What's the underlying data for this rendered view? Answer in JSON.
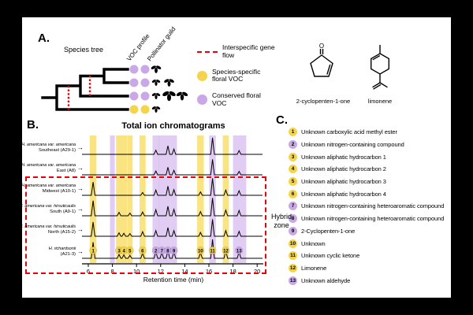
{
  "colors": {
    "specific": "#F5D44D",
    "conserved": "#C9A8E8",
    "band_specific": "#F7D94C",
    "band_conserved": "#C9A3EA",
    "gene_flow_red": "#E8000B",
    "trace": "#000000"
  },
  "icons": {
    "arrow": "→"
  },
  "panelA": {
    "label": "A.",
    "species_tree_label": "Species tree",
    "column_labels": [
      "VOC profile",
      "Pollinator guild"
    ],
    "tree_rows": [
      {
        "voc": [
          "conserved",
          "conserved"
        ],
        "pollinators": [
          "bee"
        ]
      },
      {
        "voc": [
          "conserved",
          "conserved"
        ],
        "pollinators": [
          "fly",
          "bee"
        ]
      },
      {
        "voc": [
          "conserved",
          "conserved"
        ],
        "pollinators": [
          "fly",
          "moth",
          "butterfly"
        ]
      },
      {
        "voc": [
          "specific",
          "specific"
        ],
        "pollinators": [
          "fly"
        ]
      }
    ],
    "legend": [
      {
        "swatch": "gene-flow-line",
        "label": "Interspecific gene flow"
      },
      {
        "swatch": "species-specific-circle",
        "label": "Species-specific floral VOC"
      },
      {
        "swatch": "conserved-circle",
        "label": "Conserved floral VOC"
      }
    ],
    "structures": [
      {
        "name": "2-cyclopenten-1-one",
        "atom_label": "O"
      },
      {
        "name": "limonene"
      }
    ]
  },
  "panelB": {
    "label": "B.",
    "hybrid_zone_label": "Hybrid zone"
  },
  "chart_data": {
    "type": "line",
    "title": "Total ion chromatograms",
    "xlabel": "Retention time (min)",
    "x_ticks": [
      6,
      8,
      10,
      12,
      14,
      16,
      18,
      20
    ],
    "xlim": [
      5.6,
      20.4
    ],
    "legend_position": "none",
    "grid": false,
    "bands": [
      {
        "t": 6.4,
        "w": 0.55,
        "type": "specific"
      },
      {
        "t": 8.0,
        "w": 0.4,
        "type": "conserved"
      },
      {
        "t": 8.75,
        "w": 0.9,
        "type": "specific"
      },
      {
        "t": 9.45,
        "w": 0.45,
        "type": "specific"
      },
      {
        "t": 10.5,
        "w": 0.5,
        "type": "specific"
      },
      {
        "t": 11.6,
        "w": 0.55,
        "type": "conserved"
      },
      {
        "t": 12.35,
        "w": 1.0,
        "type": "conserved"
      },
      {
        "t": 13.1,
        "w": 0.5,
        "type": "conserved"
      },
      {
        "t": 15.3,
        "w": 0.55,
        "type": "specific"
      },
      {
        "t": 16.3,
        "w": 0.55,
        "type": "conserved"
      },
      {
        "t": 17.4,
        "w": 0.5,
        "type": "specific"
      },
      {
        "t": 18.55,
        "w": 1.1,
        "type": "conserved"
      }
    ],
    "markers": [
      {
        "t": 6.4,
        "num": 1
      },
      {
        "t": 8.55,
        "num": 3
      },
      {
        "t": 8.95,
        "num": 4
      },
      {
        "t": 9.45,
        "num": 5
      },
      {
        "t": 10.5,
        "num": 6
      },
      {
        "t": 11.6,
        "num": 2
      },
      {
        "t": 12.1,
        "num": 7
      },
      {
        "t": 12.6,
        "num": 8
      },
      {
        "t": 13.1,
        "num": 9
      },
      {
        "t": 15.3,
        "num": 10
      },
      {
        "t": 16.3,
        "num": 11
      },
      {
        "t": 17.4,
        "num": 12
      },
      {
        "t": 18.5,
        "num": 13
      }
    ],
    "traces": [
      {
        "label_line1": "H. americana var. americana",
        "label_line2": "Southeast (A29-1)",
        "peaks": [
          [
            11.6,
            0.22
          ],
          [
            12.6,
            0.45
          ],
          [
            13.1,
            0.28
          ],
          [
            16.3,
            0.88
          ],
          [
            18.5,
            0.2
          ]
        ]
      },
      {
        "label_line1": "H. americana var. americana",
        "label_line2": "East (A8)",
        "peaks": [
          [
            11.6,
            0.2
          ],
          [
            12.6,
            0.4
          ],
          [
            13.1,
            0.24
          ],
          [
            16.3,
            0.82
          ],
          [
            18.5,
            0.18
          ]
        ]
      },
      {
        "label_line1": "H. americana var. americana",
        "label_line2": "Midwest (A10-1)",
        "peaks": [
          [
            6.4,
            0.7
          ],
          [
            10.5,
            0.15
          ],
          [
            11.6,
            0.28
          ],
          [
            12.6,
            0.48
          ],
          [
            13.1,
            0.3
          ],
          [
            15.3,
            0.18
          ],
          [
            16.3,
            0.9
          ],
          [
            17.4,
            0.28
          ],
          [
            18.5,
            0.24
          ]
        ]
      },
      {
        "label_line1": "H. americana var. hirsuticaulis",
        "label_line2": "South (A9-1)",
        "peaks": [
          [
            6.4,
            0.8
          ],
          [
            8.55,
            0.18
          ],
          [
            9.45,
            0.14
          ],
          [
            10.5,
            0.2
          ],
          [
            11.6,
            0.32
          ],
          [
            12.6,
            0.5
          ],
          [
            13.1,
            0.34
          ],
          [
            15.3,
            0.22
          ],
          [
            16.3,
            0.94
          ],
          [
            17.4,
            0.3
          ],
          [
            18.5,
            0.28
          ]
        ]
      },
      {
        "label_line1": "H. americana var. hirsuticaulis",
        "label_line2": "North (A15-2)",
        "peaks": [
          [
            6.4,
            0.75
          ],
          [
            8.55,
            0.18
          ],
          [
            8.95,
            0.16
          ],
          [
            9.45,
            0.14
          ],
          [
            10.5,
            0.24
          ],
          [
            11.6,
            0.3
          ],
          [
            12.6,
            0.46
          ],
          [
            13.1,
            0.3
          ],
          [
            15.3,
            0.2
          ],
          [
            16.3,
            0.9
          ],
          [
            17.4,
            0.3
          ],
          [
            18.5,
            0.26
          ]
        ]
      },
      {
        "label_line1": "H. richardsonii",
        "label_line2": "(A21-3)",
        "peaks": [
          [
            6.4,
            0.85
          ],
          [
            8.55,
            0.2
          ],
          [
            8.95,
            0.18
          ],
          [
            9.45,
            0.16
          ],
          [
            10.5,
            0.28
          ],
          [
            11.6,
            0.34
          ],
          [
            12.1,
            0.3
          ],
          [
            12.6,
            0.4
          ],
          [
            13.1,
            0.34
          ],
          [
            15.3,
            0.3
          ],
          [
            16.3,
            1.0
          ],
          [
            17.4,
            0.4
          ],
          [
            18.5,
            0.34
          ]
        ]
      }
    ]
  },
  "panelC": {
    "label": "C.",
    "compounds": [
      {
        "num": 1,
        "name": "Unknown carboxylic acid methyl ester",
        "type": "specific"
      },
      {
        "num": 2,
        "name": "Unknown nitrogen-containing compound",
        "type": "conserved"
      },
      {
        "num": 3,
        "name": "Unknown aliphatic hydrocarbon 1",
        "type": "specific"
      },
      {
        "num": 4,
        "name": "Unknown aliphatic hydrocarbon 2",
        "type": "specific"
      },
      {
        "num": 5,
        "name": "Unknown aliphatic hydrocarbon 3",
        "type": "specific"
      },
      {
        "num": 6,
        "name": "Unknown aliphatic hydrocarbon 4",
        "type": "specific"
      },
      {
        "num": 7,
        "name": "Unknown nitrogen-containing heteroaromatic compound",
        "type": "conserved"
      },
      {
        "num": 8,
        "name": "Unknown nitrogen-containing heteroaromatic compound",
        "type": "conserved"
      },
      {
        "num": 9,
        "name": "2-Cyclopenten-1-one",
        "type": "conserved"
      },
      {
        "num": 10,
        "name": "Unknown",
        "type": "specific"
      },
      {
        "num": 11,
        "name": "Unknown cyclic ketone",
        "type": "specific"
      },
      {
        "num": 12,
        "name": "Limonene",
        "type": "specific"
      },
      {
        "num": 13,
        "name": "Unknown aldehyde",
        "type": "conserved"
      }
    ]
  }
}
